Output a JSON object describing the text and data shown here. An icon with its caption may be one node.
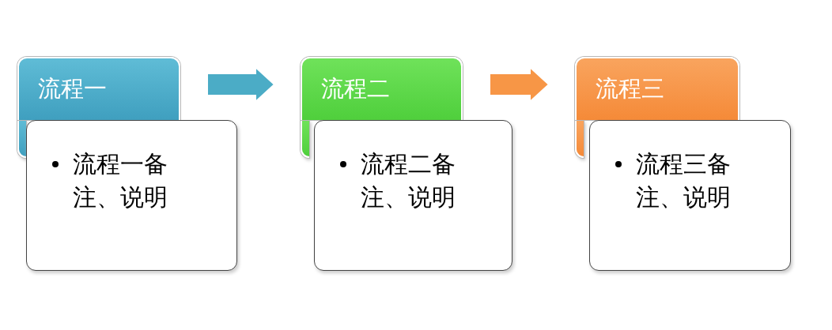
{
  "diagram": {
    "nodes": [
      {
        "text": [
          "流程一"
        ]
      },
      {
        "text": [
          "流程一备注、说明"
        ]
      },
      {
        "text": [
          "流程二"
        ]
      },
      {
        "text": [
          "流程二备注、说明"
        ]
      },
      {
        "text": [
          "流程三"
        ]
      },
      {
        "text": [
          "流程三备注、说明"
        ]
      }
    ],
    "edges": [
      {
        "from": 0,
        "to": 2,
        "arrow": "to",
        "color": "#4bacc6"
      },
      {
        "from": 2,
        "to": 4,
        "arrow": "to",
        "color": "#f79646"
      }
    ]
  }
}
